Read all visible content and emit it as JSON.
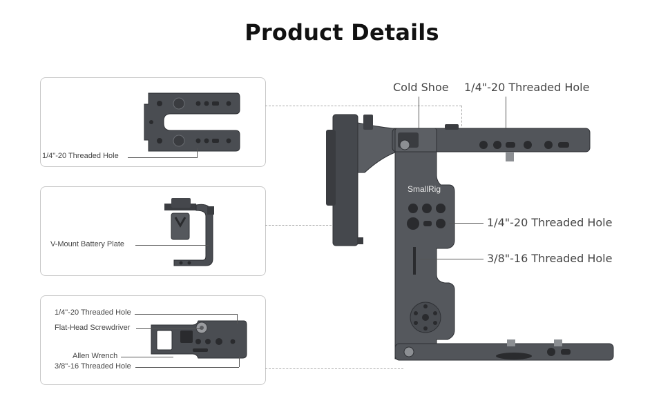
{
  "title": "Product Details",
  "detail_boxes": [
    {
      "labels": [
        "1/4\"-20 Threaded Hole"
      ]
    },
    {
      "labels": [
        "V-Mount Battery Plate"
      ]
    },
    {
      "labels": [
        "1/4\"-20 Threaded Hole",
        "Flat-Head Screwdriver",
        "Allen Wrench",
        "3/8\"-16 Threaded Hole"
      ]
    }
  ],
  "main_labels": {
    "cold_shoe": "Cold Shoe",
    "top_hole": "1/4\"-20 Threaded Hole",
    "mid_hole": "1/4\"-20 Threaded Hole",
    "large_hole": "3/8\"-16 Threaded Hole"
  },
  "brand": "SmallRig"
}
